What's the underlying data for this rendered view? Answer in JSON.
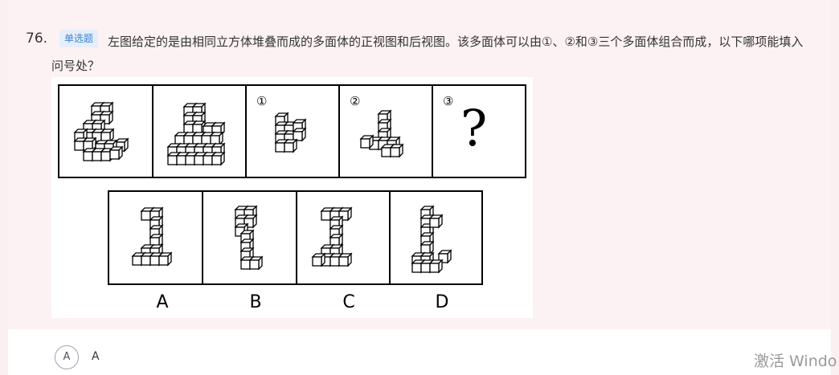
{
  "question": {
    "number": "76.",
    "tag": "单选题",
    "text": "左图给定的是由相同立方体堆叠而成的多面体的正视图和后视图。该多面体可以由①、②和③三个多面体组合而成，以下哪项能填入问号处？"
  },
  "figure": {
    "top_labels": [
      "①",
      "②",
      "③"
    ],
    "question_mark": "?",
    "option_labels": [
      "A",
      "B",
      "C",
      "D"
    ]
  },
  "answer": {
    "option_letter": "A",
    "option_text": "A"
  },
  "watermark": "激活 Windo"
}
